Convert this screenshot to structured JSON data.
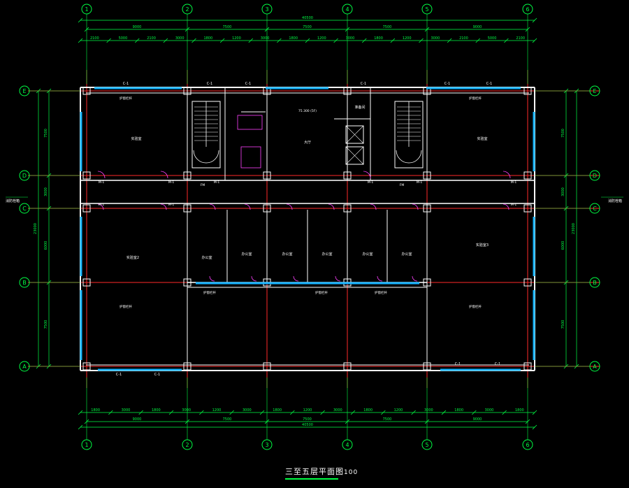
{
  "drawing": {
    "title": "三至五层平面图",
    "scale_suffix": "100",
    "colors": {
      "background": "#000000",
      "wall": "#ffffff",
      "axis_line": "#ff2a2a",
      "dimension": "#00ff44",
      "window": "#18b4ff",
      "door": "#ff40ff",
      "stair": "#ffffff",
      "title": "#ffffff",
      "title_underline": "#00ff44"
    },
    "grid_columns": [
      "1",
      "2",
      "3",
      "4",
      "5",
      "6"
    ],
    "grid_rows": [
      "E",
      "D",
      "C",
      "B",
      "A"
    ],
    "dims_top_total": "40500",
    "dims_top_spans": [
      "9000",
      "7500",
      "7500",
      "7500",
      "9000"
    ],
    "dims_top_detail": [
      "2100",
      "5000",
      "2100",
      "3000",
      "1800",
      "1200",
      "3000",
      "1800",
      "1200",
      "3000",
      "1800",
      "1200",
      "3000",
      "2100",
      "5000",
      "2100"
    ],
    "dims_bottom_total": "40500",
    "dims_bottom_spans": [
      "9000",
      "7500",
      "7500",
      "7500",
      "9000"
    ],
    "dims_bottom_detail": [
      "1800",
      "3000",
      "1800",
      "3000",
      "1200",
      "3000",
      "1800",
      "1200",
      "3000",
      "1800",
      "1200",
      "3000",
      "1800",
      "3000",
      "1800"
    ],
    "dims_left": [
      "7500",
      "3000",
      "6000",
      "7500"
    ],
    "dims_left_total": "23000",
    "dims_right": [
      "7500",
      "3000",
      "6000",
      "7500"
    ],
    "dims_right_total": "23000",
    "rooms": [
      {
        "name": "实验室",
        "id": "room-lab-nw"
      },
      {
        "name": "大厅",
        "id": "room-hall"
      },
      {
        "name": "准备间",
        "id": "room-prep"
      },
      {
        "name": "实验室",
        "id": "room-lab-ne"
      },
      {
        "name": "实验室2",
        "id": "room-lab-sw"
      },
      {
        "name": "办公室",
        "id": "room-office-1"
      },
      {
        "name": "办公室",
        "id": "room-office-2"
      },
      {
        "name": "办公室",
        "id": "room-office-3"
      },
      {
        "name": "办公室",
        "id": "room-office-4"
      },
      {
        "name": "办公室",
        "id": "room-office-5"
      },
      {
        "name": "办公室",
        "id": "room-office-6"
      },
      {
        "name": "实验室3",
        "id": "room-lab-se"
      }
    ],
    "notes": {
      "left_side": "消防栓箱",
      "right_side": "消防栓箱",
      "rail": "护窗栏杆",
      "elev": "75.300 (5F)"
    },
    "tags": {
      "window": "C-1",
      "door": "M-1",
      "fire_door": "FM"
    }
  }
}
